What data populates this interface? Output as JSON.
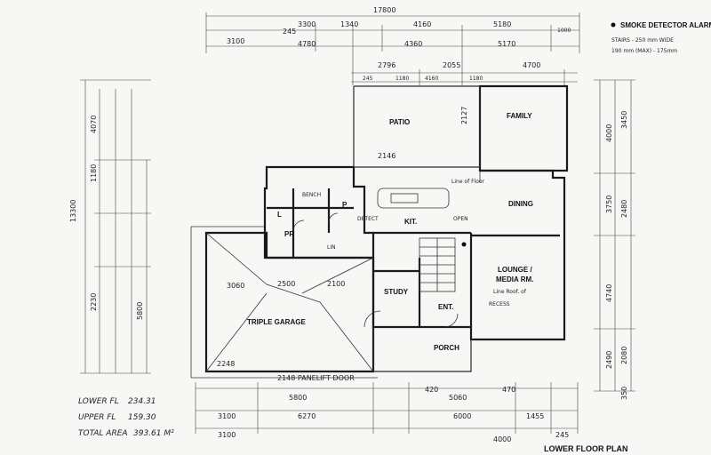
{
  "header": {
    "smoke_detector": "SMOKE DETECTOR ALARM",
    "stairs_note_1": "STAIRS - 250 mm WIDE",
    "stairs_note_2": "190 mm (MAX) - 175mm"
  },
  "rooms": {
    "patio": "PATIO",
    "family": "FAMILY",
    "dining": "DINING",
    "kitchen": "KIT.",
    "lounge_line1": "LOUNGE /",
    "lounge_line2": "MEDIA RM.",
    "study": "STUDY",
    "entry": "ENT.",
    "porch": "PORCH",
    "garage": "TRIPLE GARAGE",
    "laundry": "L",
    "powder": "PR",
    "pantry": "P",
    "bench": "BENCH"
  },
  "annotations": {
    "garage_door": "2148 PANELIFT DOOR",
    "line_of_floor": "Line of Floor",
    "line_of_roof": "Line Roof. of",
    "recess": "RECESS",
    "detect": "DETECT",
    "opening": "OPEN",
    "linen": "LIN"
  },
  "dimensions": {
    "top_overall": "17800",
    "top_row2": [
      "3300",
      "1340",
      "4160",
      "5180"
    ],
    "top_row3": [
      "3100",
      "245",
      "4780",
      "4360",
      "5170"
    ],
    "top_row4": [
      "2796",
      "2055",
      "4700"
    ],
    "top_small": [
      "245",
      "1180",
      "4160",
      "1180",
      "1000"
    ],
    "left_overall": "13300",
    "left_parts": [
      "4070",
      "1180",
      "2230",
      "5800"
    ],
    "right_parts": [
      "4000",
      "3450",
      "3750",
      "2480",
      "4740",
      "2080",
      "2490",
      "350"
    ],
    "bottom_row1": [
      "3100",
      "6270",
      "6000",
      "1455"
    ],
    "bottom_row2": [
      "3100",
      "4000",
      "245"
    ],
    "bottom_row3": [
      "5800",
      "420",
      "5060",
      "470"
    ],
    "patio_dims": [
      "2127",
      "2146"
    ],
    "garage_dims": [
      "3060",
      "2500",
      "2100",
      "2248"
    ]
  },
  "legend": {
    "lower_label": "LOWER FL",
    "lower_value": "234.31",
    "upper_label": "UPPER FL",
    "upper_value": "159.30",
    "total_label": "TOTAL AREA",
    "total_value": "393.61 M²"
  },
  "title": "LOWER FLOOR PLAN"
}
